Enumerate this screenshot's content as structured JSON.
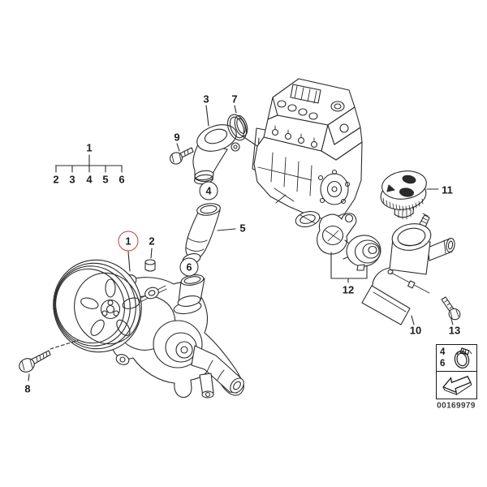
{
  "colors": {
    "line": "#2b2b2b",
    "highlight": "#c4403d",
    "background": "#ffffff"
  },
  "tree": {
    "root": "1",
    "children": [
      "2",
      "3",
      "4",
      "5",
      "6"
    ]
  },
  "callouts": {
    "pump_highlight": "1",
    "plug": "2",
    "elbow": "3",
    "clamp_upper": "4",
    "hose": "5",
    "clamp_lower": "6",
    "oring": "7",
    "bolt_pump": "8",
    "bolt_elbow": "9",
    "housing": "10",
    "cap": "11",
    "thermostat": "12",
    "bolt_housing": "13"
  },
  "legend": {
    "rows": [
      "4",
      "6"
    ],
    "icons": [
      "hose-clamp-icon",
      "direction-arrow-icon"
    ]
  },
  "footer": {
    "part_number": "00169979"
  }
}
